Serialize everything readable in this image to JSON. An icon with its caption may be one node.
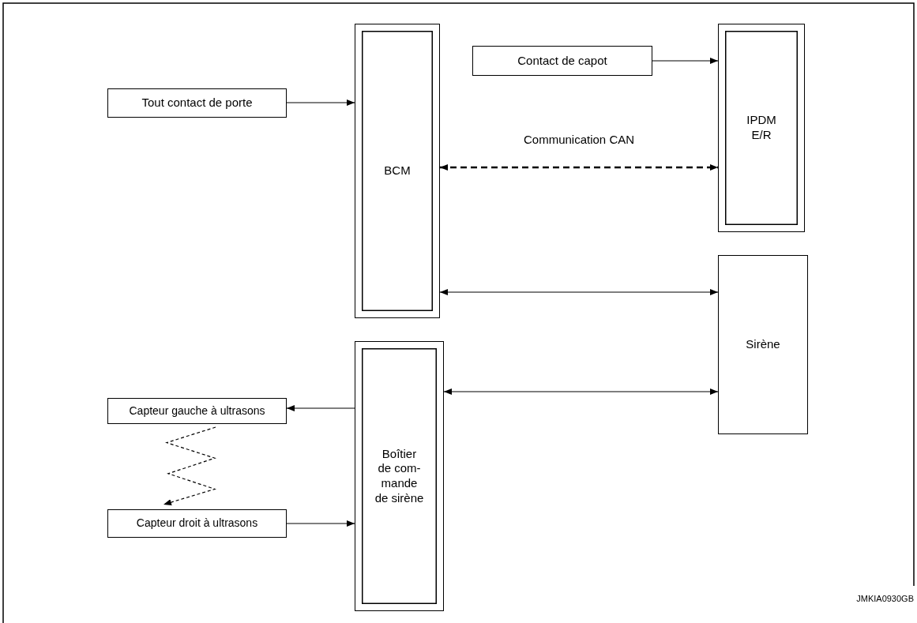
{
  "diagram": {
    "nodes": [
      {
        "text": [
          "BCM"
        ]
      },
      {
        "text": [
          "Contact de capot"
        ]
      },
      {
        "text": [
          "Tout contact de porte"
        ]
      },
      {
        "text": [
          "IPDM E/R"
        ]
      },
      {
        "text": [
          "Sirène"
        ]
      },
      {
        "text": [
          "Boîtier de com- mande de sirène"
        ]
      },
      {
        "text": [
          "Capteur gauche à ultrasons"
        ]
      },
      {
        "text": [
          "Capteur droit à ultrasons"
        ]
      }
    ],
    "edges": [
      {
        "from": 2,
        "to": 0,
        "arrow": "to"
      },
      {
        "from": 1,
        "to": 3,
        "arrow": "to"
      },
      {
        "from": 0,
        "to": 3,
        "arrow": "both",
        "style": "dashed",
        "label": "Communication CAN"
      },
      {
        "from": 0,
        "to": 4,
        "arrow": "both"
      },
      {
        "from": 5,
        "to": 4,
        "arrow": "both"
      },
      {
        "from": 5,
        "to": 6,
        "arrow": "to"
      },
      {
        "from": 7,
        "to": 5,
        "arrow": "to"
      },
      {
        "from": 6,
        "to": 7,
        "arrow": "to",
        "style": "dashed"
      }
    ],
    "labels": [
      "JMKIA0930GB"
    ]
  }
}
